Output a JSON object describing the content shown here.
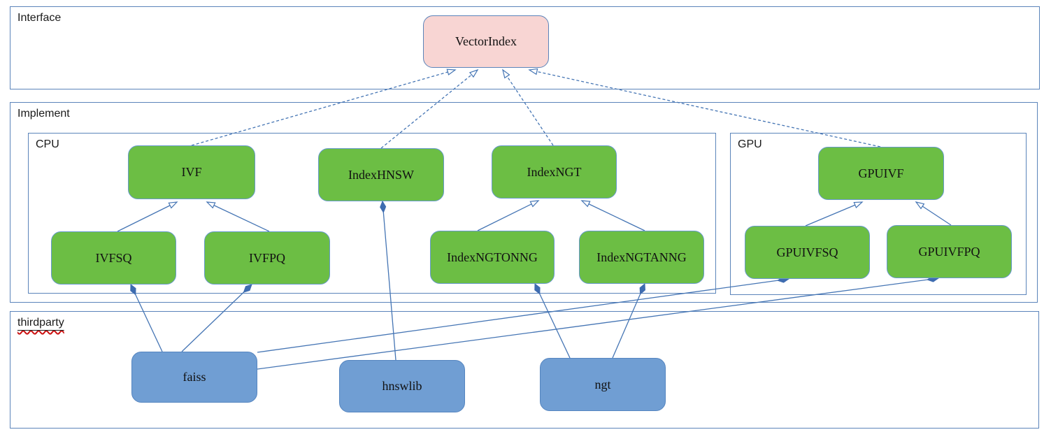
{
  "containers": {
    "interface": {
      "label": "Interface"
    },
    "implement": {
      "label": "Implement"
    },
    "cpu": {
      "label": "CPU"
    },
    "gpu": {
      "label": "GPU"
    },
    "thirdparty": {
      "label": "thirdparty"
    }
  },
  "nodes": {
    "vectorindex": {
      "label": "VectorIndex",
      "kind": "interface"
    },
    "ivf": {
      "label": "IVF",
      "kind": "class"
    },
    "indexhnsw": {
      "label": "IndexHNSW",
      "kind": "class"
    },
    "indexngt": {
      "label": "IndexNGT",
      "kind": "class"
    },
    "ivfsq": {
      "label": "IVFSQ",
      "kind": "class"
    },
    "ivfpq": {
      "label": "IVFPQ",
      "kind": "class"
    },
    "indexngtonng": {
      "label": "IndexNGTONNG",
      "kind": "class"
    },
    "indexngtanng": {
      "label": "IndexNGTANNG",
      "kind": "class"
    },
    "gpuivf": {
      "label": "GPUIVF",
      "kind": "class"
    },
    "gpuivfsq": {
      "label": "GPUIVFSQ",
      "kind": "class"
    },
    "gpuivfpq": {
      "label": "GPUIVFPQ",
      "kind": "class"
    },
    "faiss": {
      "label": "faiss",
      "kind": "library"
    },
    "hnswlib": {
      "label": "hnswlib",
      "kind": "library"
    },
    "ngt": {
      "label": "ngt",
      "kind": "library"
    }
  },
  "edges": [
    {
      "from": "IVF",
      "to": "VectorIndex",
      "type": "realization-dashed"
    },
    {
      "from": "IndexHNSW",
      "to": "VectorIndex",
      "type": "realization-dashed"
    },
    {
      "from": "IndexNGT",
      "to": "VectorIndex",
      "type": "realization-dashed"
    },
    {
      "from": "GPUIVF",
      "to": "VectorIndex",
      "type": "realization-dashed"
    },
    {
      "from": "IVFSQ",
      "to": "IVF",
      "type": "inheritance"
    },
    {
      "from": "IVFPQ",
      "to": "IVF",
      "type": "inheritance"
    },
    {
      "from": "IndexNGTONNG",
      "to": "IndexNGT",
      "type": "inheritance"
    },
    {
      "from": "IndexNGTANNG",
      "to": "IndexNGT",
      "type": "inheritance"
    },
    {
      "from": "GPUIVFSQ",
      "to": "GPUIVF",
      "type": "inheritance"
    },
    {
      "from": "GPUIVFPQ",
      "to": "GPUIVF",
      "type": "inheritance"
    },
    {
      "from": "IVFSQ",
      "to": "faiss",
      "type": "composition"
    },
    {
      "from": "IVFPQ",
      "to": "faiss",
      "type": "composition"
    },
    {
      "from": "GPUIVFSQ",
      "to": "faiss",
      "type": "composition"
    },
    {
      "from": "GPUIVFPQ",
      "to": "faiss",
      "type": "composition"
    },
    {
      "from": "IndexHNSW",
      "to": "hnswlib",
      "type": "composition"
    },
    {
      "from": "IndexNGTONNG",
      "to": "ngt",
      "type": "composition"
    },
    {
      "from": "IndexNGTANNG",
      "to": "ngt",
      "type": "composition"
    }
  ],
  "colors": {
    "interface_fill": "#f8d5d3",
    "class_fill": "#6cbe44",
    "library_fill": "#709ed3",
    "container_border": "#5b84ba",
    "connector": "#4575b4",
    "diamond_fill": "#3e6cb0",
    "spellcheck_squiggle": "#cc1111"
  }
}
